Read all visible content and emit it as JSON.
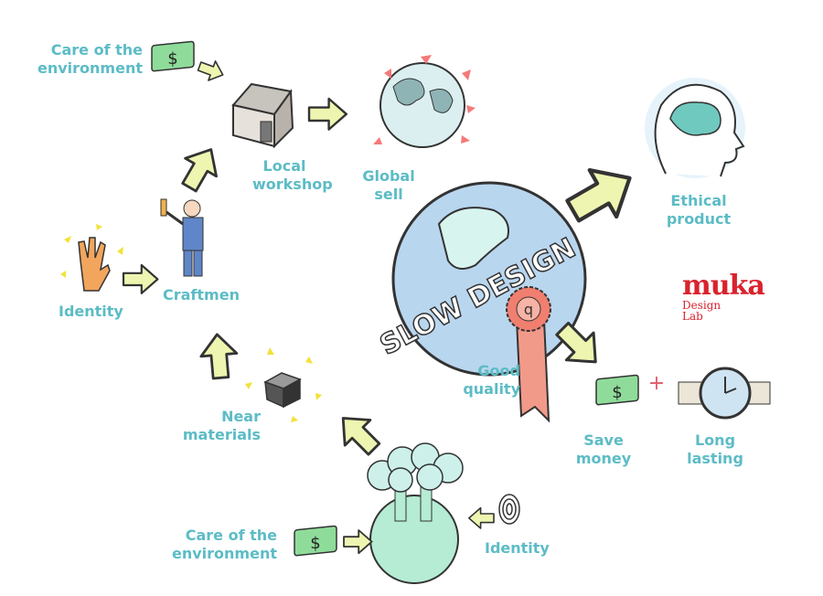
{
  "labels": {
    "care_env_top": "Care of the\nenvironment",
    "local_workshop": "Local\nworkshop",
    "global_sell": "Global\nsell",
    "ethical_product": "Ethical\nproduct",
    "identity_left": "Identity",
    "craftmen": "Craftmen",
    "near_materials": "Near\nmaterials",
    "good_quality": "Good\nquality",
    "save_money": "Save\nmoney",
    "long_lasting": "Long\nlasting",
    "care_env_bottom": "Care of the\nenvironment",
    "identity_bottom": "Identity"
  },
  "center": {
    "title": "SLOW DESIGN",
    "ribbon_letter": "q"
  },
  "logo": {
    "name": "muka",
    "line1": "Design",
    "line2": "Lab"
  },
  "colors": {
    "label": "#5cbcc6",
    "arrow": "#eef5b0",
    "circle": "#b9d6ef",
    "logo": "#d9232d",
    "money": "#8fdc9a"
  }
}
